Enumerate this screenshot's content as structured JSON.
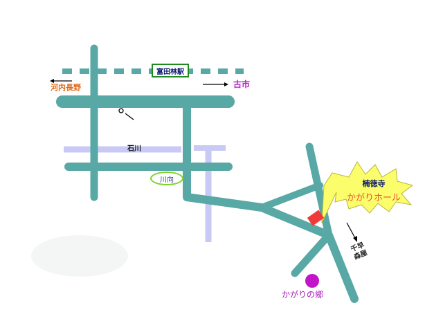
{
  "labels": {
    "station": "富田林駅",
    "west": "河内長野",
    "east": "古市",
    "ishikawa": "石川",
    "kawamukai": "川向",
    "hall_sub": "楠徳寺",
    "hall_main": "かがりホール",
    "direction": "千早 森屋",
    "sato": "かがりの郷"
  },
  "colors": {
    "road": "#58a8a5",
    "river": "#c9c9f5",
    "rail": "#58a8a5",
    "burst": "#fbfd6a",
    "marker": "#ee3b37",
    "sato_dot": "#c214c8",
    "west_text": "#e06a16",
    "east_text": "#b81ec2",
    "sato_text": "#a61ab5"
  }
}
